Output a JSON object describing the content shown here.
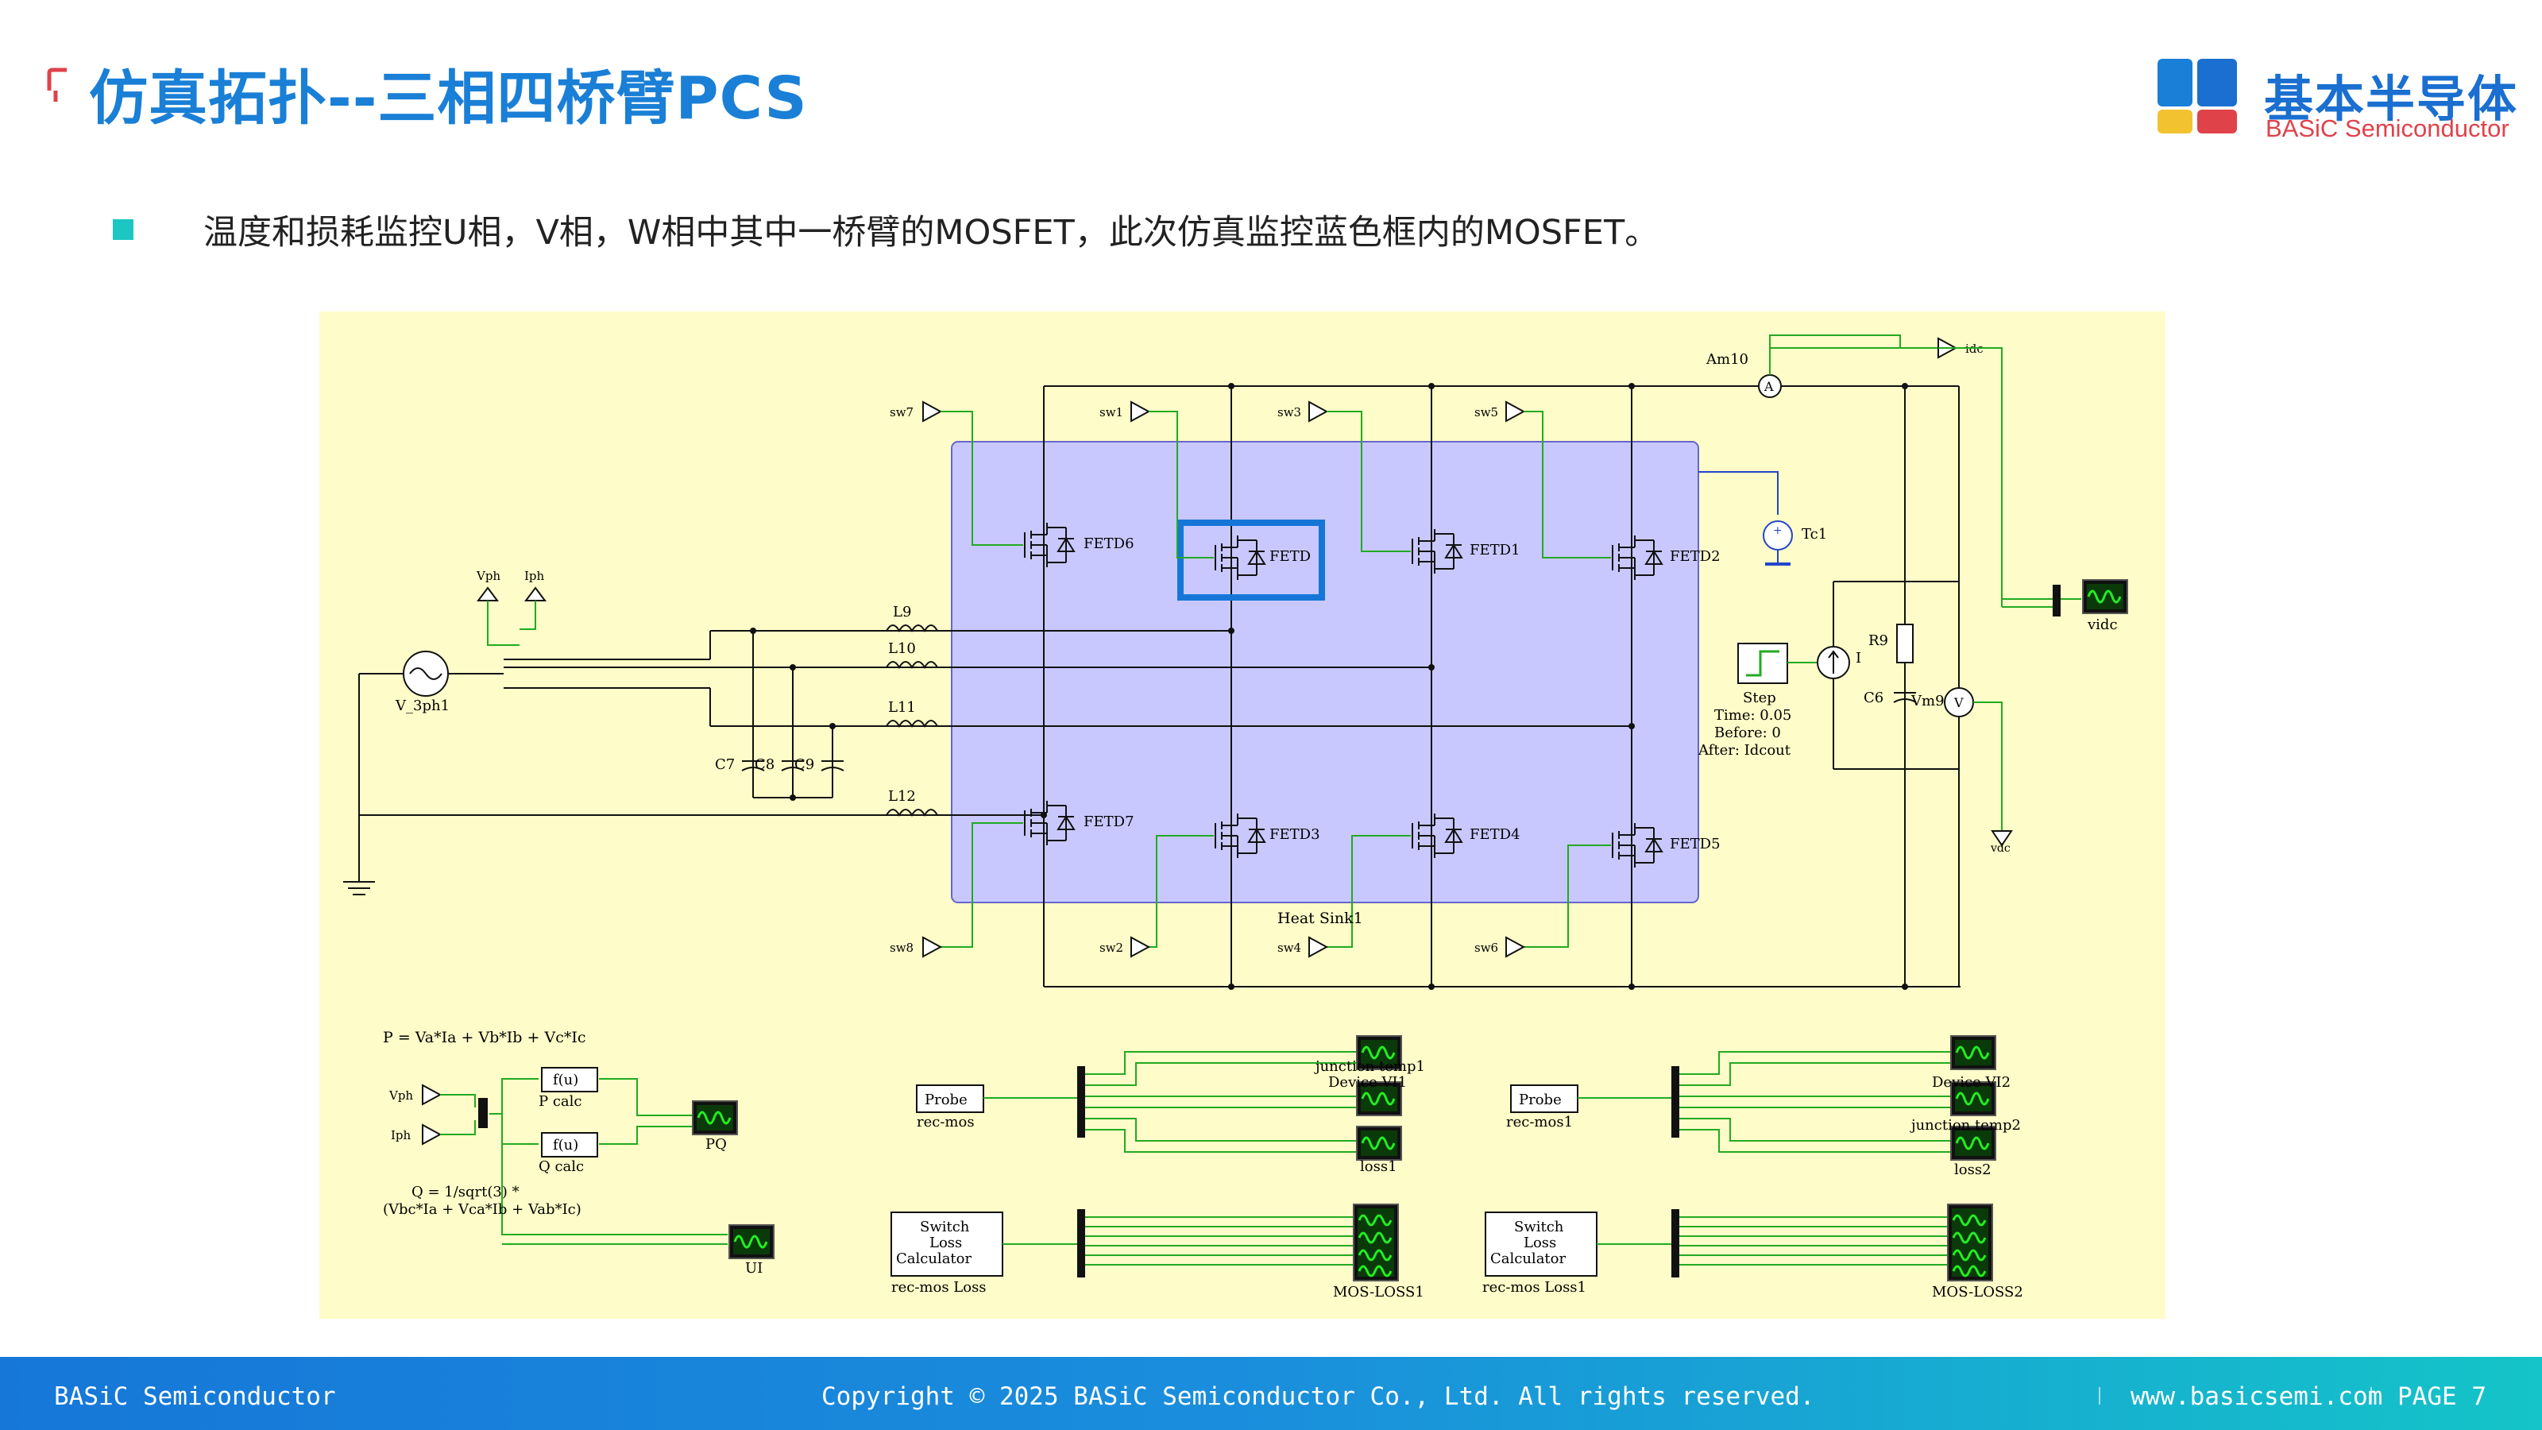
{
  "header": {
    "title": "仿真拓扑--三相四桥臂PCS",
    "logo_name": "基本半导体",
    "logo_sub": "BASiC Semiconductor"
  },
  "bullet": {
    "text": "温度和损耗监控U相，V相，W相中其中一桥臂的MOSFET，此次仿真监控蓝色框内的MOSFET。"
  },
  "diagram": {
    "source_label": "V_3ph1",
    "vph": "Vph",
    "iph": "Iph",
    "inductors": [
      "L9",
      "L10",
      "L11",
      "L12"
    ],
    "capacitors": [
      "C7",
      "C8",
      "C9"
    ],
    "gate_inputs": [
      "sw7",
      "sw1",
      "sw3",
      "sw5",
      "sw8",
      "sw2",
      "sw4",
      "sw6"
    ],
    "fets": [
      "FETD6",
      "FETD",
      "FETD1",
      "FETD2",
      "FETD7",
      "FETD3",
      "FETD4",
      "FETD5"
    ],
    "heat_sink": "Heat Sink1",
    "ammeter": "Am10",
    "idc": "idc",
    "tc": "Tc1",
    "resistor": "R9",
    "capacitor_dc": "C6",
    "voltmeter": "Vm9",
    "current_source": "I",
    "step_lines": [
      "Step",
      "Time: 0.05",
      "Before: 0",
      "After: Idcout"
    ],
    "vidc": "vidc",
    "vdc": "vdc",
    "p_formula": "P = Va*Ia + Vb*Ib + Vc*Ic",
    "q_formula_1": "Q = 1/sqrt(3) *",
    "q_formula_2": "(Vbc*Ia + Vca*Ib + Vab*Ic)",
    "fu": "f(u)",
    "p_calc": "P calc",
    "q_calc": "Q calc",
    "pq": "PQ",
    "ui": "UI",
    "probe": "Probe",
    "rec_mos": "rec-mos",
    "rec_mos1": "rec-mos1",
    "junction_temp1": "junction temp1",
    "device_vi1": "Device VI1",
    "loss1": "loss1",
    "device_vi2": "Device VI2",
    "junction_temp2": "junction temp2",
    "loss2": "loss2",
    "switch_loss_1": "Switch",
    "switch_loss_2": "Loss",
    "switch_loss_3": "Calculator",
    "rec_mos_loss": "rec-mos Loss",
    "rec_mos_loss1": "rec-mos Loss1",
    "mos_loss1": "MOS-LOSS1",
    "mos_loss2": "MOS-LOSS2"
  },
  "footer": {
    "company": "BASiC Semiconductor",
    "copyright": "Copyright © 2025 BASiC Semiconductor Co., Ltd. All rights reserved.",
    "website": "www.basicsemi.com",
    "page": "PAGE 7"
  },
  "colors": {
    "title": "#1a7fd6",
    "diagram_bg": "#fefcc8",
    "heat_sink_fill": "#c8c8ff",
    "highlight": "#1676d8",
    "wire_green": "#22aa22"
  }
}
